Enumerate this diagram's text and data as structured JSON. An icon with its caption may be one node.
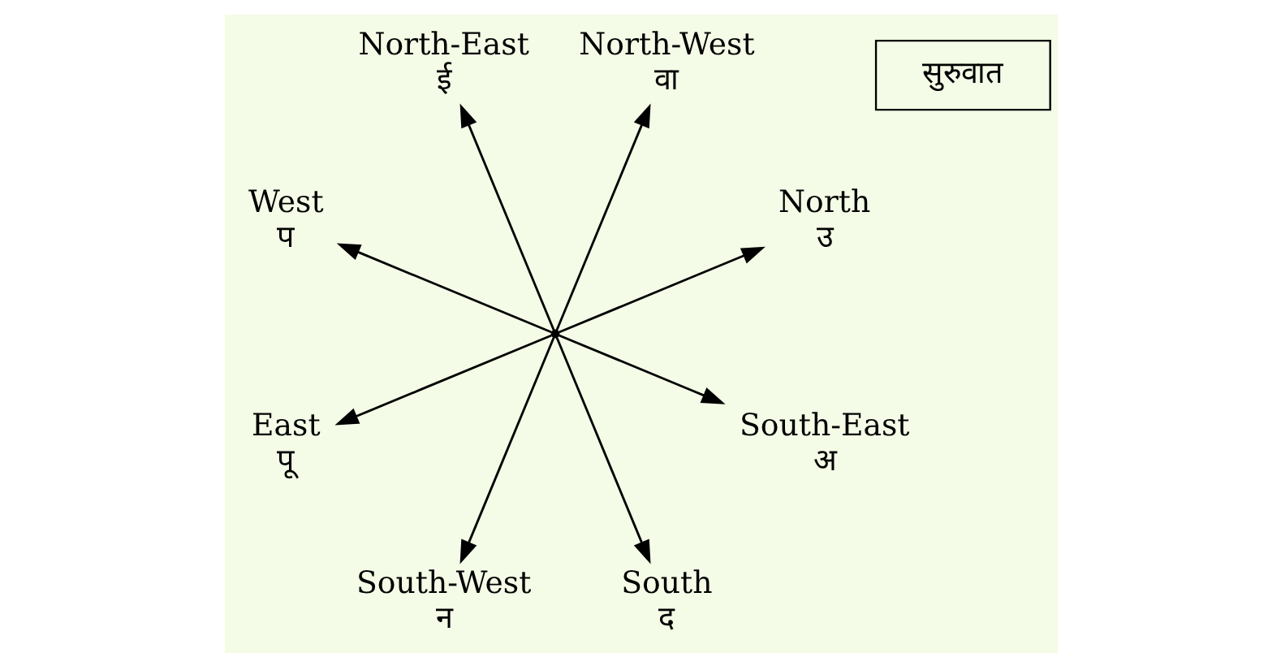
{
  "diagram": {
    "nodes": [
      {
        "text": [
          "North",
          "उ"
        ]
      },
      {
        "text": [
          "North-West",
          "वा"
        ]
      },
      {
        "text": [
          "North-East",
          "ई"
        ]
      },
      {
        "text": [
          "West",
          "प"
        ]
      },
      {
        "text": [
          "East",
          "पू"
        ]
      },
      {
        "text": [
          "South-West",
          "न"
        ]
      },
      {
        "text": [
          "South",
          "द"
        ]
      },
      {
        "text": [
          "South-East",
          "अ"
        ]
      },
      {
        "text": [
          "सुरुवात"
        ]
      },
      {
        "text": [],
        "shape": "point"
      }
    ],
    "edges": [
      {
        "from": 9,
        "to": 0,
        "arrow": "to"
      },
      {
        "from": 9,
        "to": 1,
        "arrow": "to"
      },
      {
        "from": 9,
        "to": 2,
        "arrow": "to"
      },
      {
        "from": 9,
        "to": 3,
        "arrow": "to"
      },
      {
        "from": 9,
        "to": 4,
        "arrow": "to"
      },
      {
        "from": 9,
        "to": 5,
        "arrow": "to"
      },
      {
        "from": 9,
        "to": 6,
        "arrow": "to"
      },
      {
        "from": 9,
        "to": 7,
        "arrow": "to"
      }
    ]
  }
}
